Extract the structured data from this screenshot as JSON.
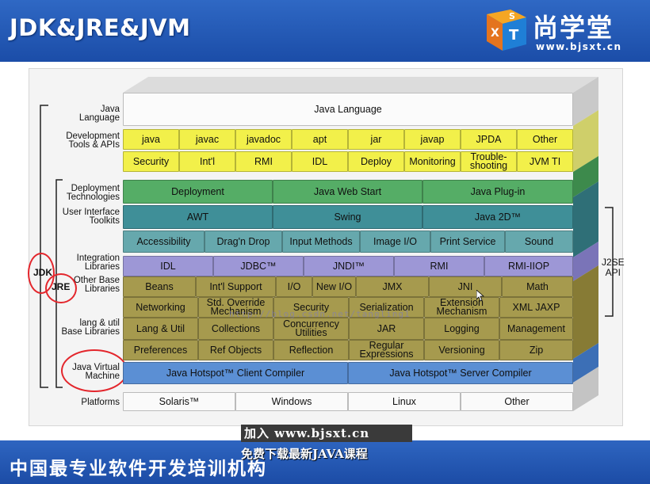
{
  "header": {
    "title": "JDK&JRE&JVM",
    "logo_text": "尚学堂",
    "logo_url": "www.bjsxt.cn",
    "logo_letters": [
      "S",
      "X",
      "T"
    ]
  },
  "footer": {
    "slogan": "中国最专业软件开发培训机构"
  },
  "watermark": {
    "line1": "加入 www.bjsxt.cn",
    "line2": "免费下载最新JAVA课程"
  },
  "diagram": {
    "row_labels": {
      "java_language": "Java\nLanguage",
      "dev_tools": "Development\nTools & APIs",
      "deployment": "Deployment\nTechnologies",
      "ui_toolkits": "User Interface\nToolkits",
      "integration": "Integration\nLibraries",
      "other_base": "Other Base\nLibraries",
      "lang_util": "lang & util\nBase Libraries",
      "jvm": "Java Virtual\nMachine",
      "platforms": "Platforms"
    },
    "java_language": "Java Language",
    "tools_row1": [
      "java",
      "javac",
      "javadoc",
      "apt",
      "jar",
      "javap",
      "JPDA",
      "Other"
    ],
    "tools_row2": [
      "Security",
      "Int'l",
      "RMI",
      "IDL",
      "Deploy",
      "Monitoring",
      "Trouble-\nshooting",
      "JVM TI"
    ],
    "deployment": [
      "Deployment",
      "Java Web Start",
      "Java Plug-in"
    ],
    "ui_row1": [
      "AWT",
      "Swing",
      "Java 2D™"
    ],
    "ui_row2": [
      "Accessibility",
      "Drag'n Drop",
      "Input Methods",
      "Image I/O",
      "Print Service",
      "Sound"
    ],
    "integration": [
      "IDL",
      "JDBC™",
      "JNDI™",
      "RMI",
      "RMI-IIOP"
    ],
    "other_base": [
      "Beans",
      "Int'l Support",
      "I/O",
      "New I/O",
      "JMX",
      "JNI",
      "Math"
    ],
    "other_base2": [
      "Networking",
      "Std. Override\nMechanism",
      "Security",
      "Serialization",
      "Extension\nMechanism",
      "XML JAXP"
    ],
    "lang_util1": [
      "Lang & Util",
      "Collections",
      "Concurrency\nUtilities",
      "JAR",
      "Logging",
      "Management"
    ],
    "lang_util2": [
      "Preferences",
      "Ref Objects",
      "Reflection",
      "Regular\nExpressions",
      "Versioning",
      "Zip"
    ],
    "jvm": [
      "Java Hotspot™ Client Compiler",
      "Java Hotspot™ Server Compiler"
    ],
    "platforms": [
      "Solaris™",
      "Windows",
      "Linux",
      "Other"
    ],
    "api_label": "J2SE\nAPI",
    "jdk_label": "JDK",
    "jre_label": "JRE",
    "url_watermark": "http://blog.csdn.net/tangling1"
  },
  "colors": {
    "header_blue": "#2f68c4",
    "ellipse_red": "#e3262c"
  }
}
